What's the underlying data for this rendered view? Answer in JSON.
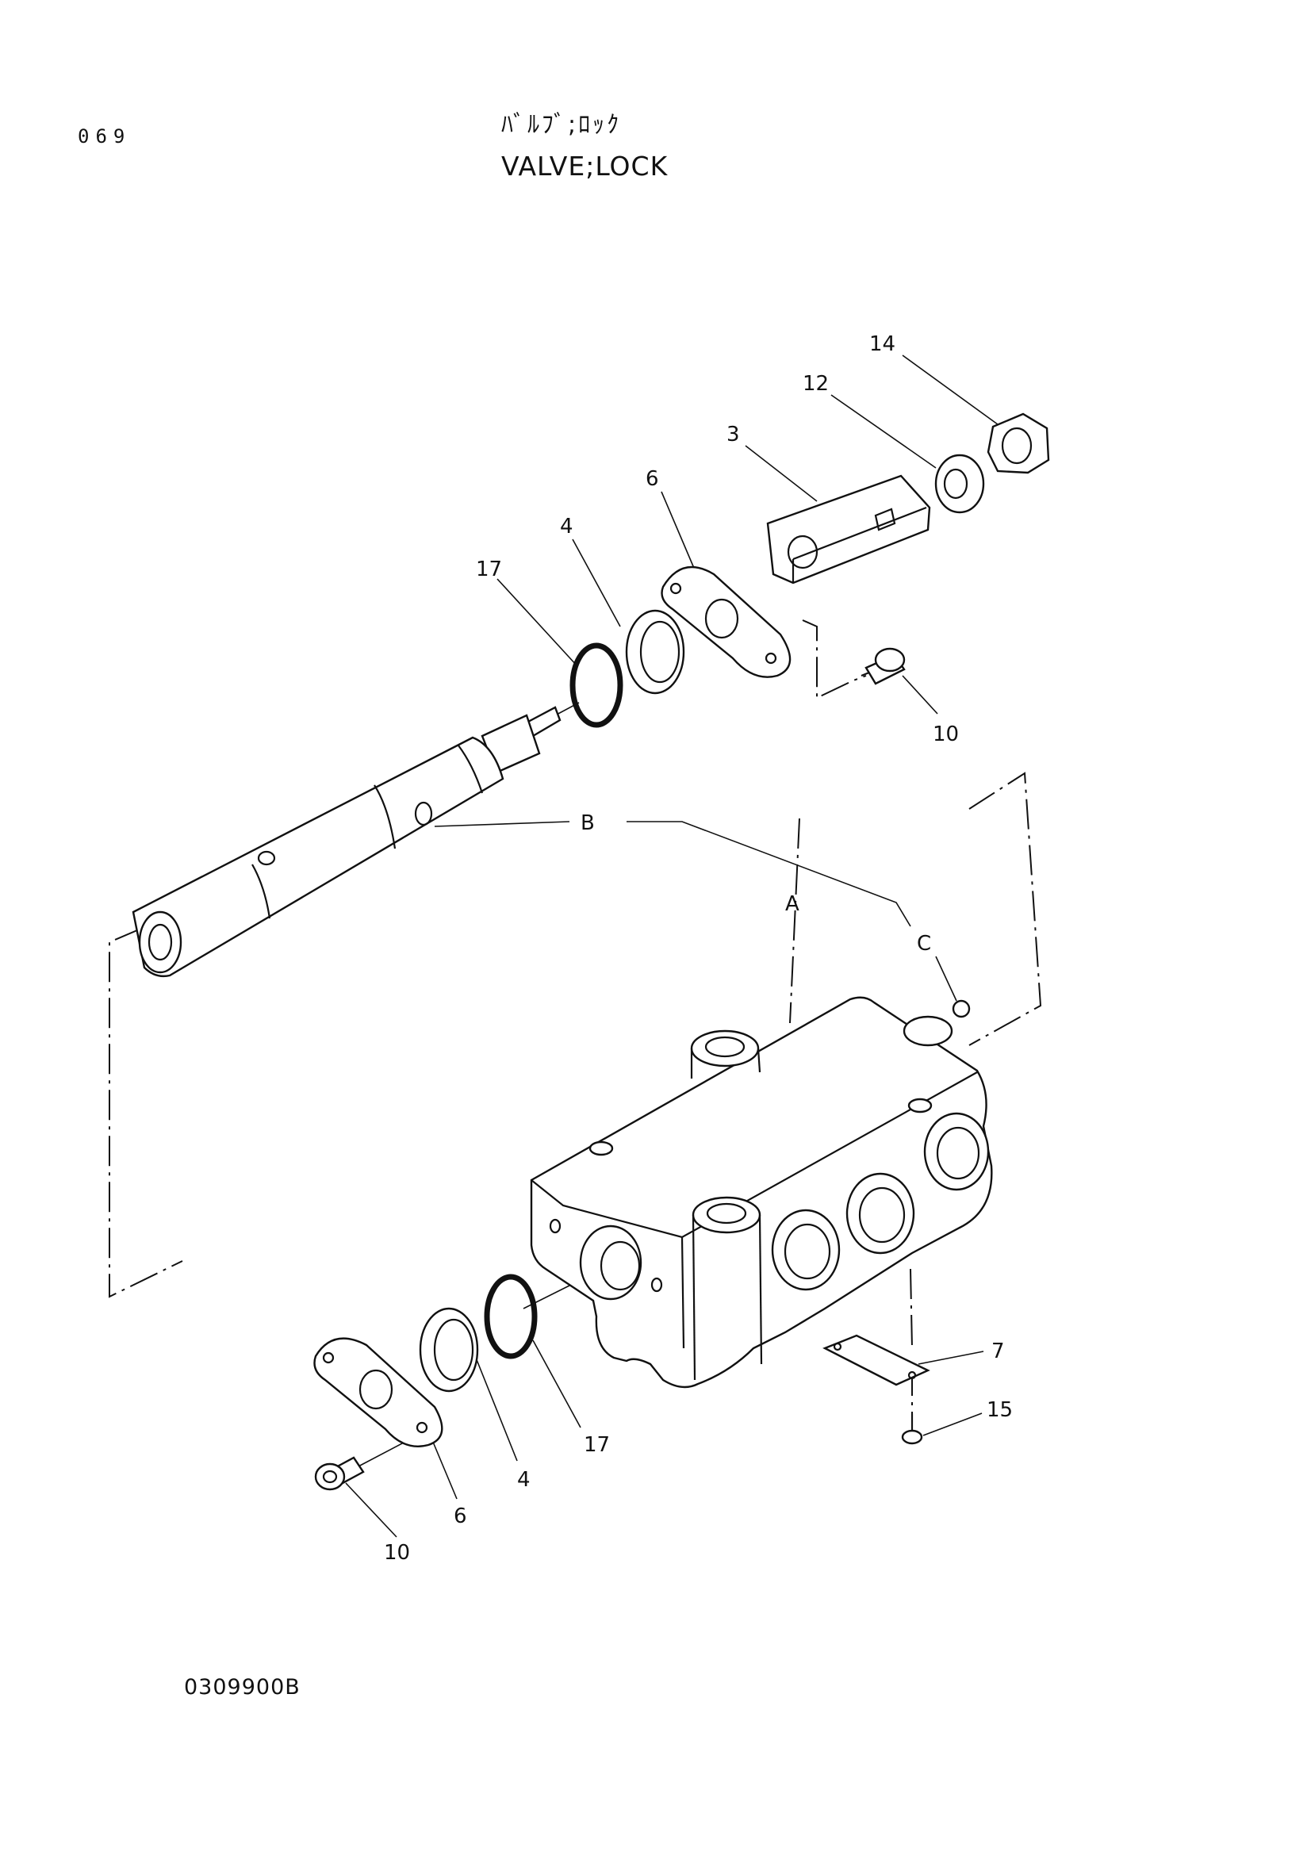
{
  "header": {
    "page_number": "069",
    "title_jp": "ﾊﾞﾙﾌﾞ;ﾛｯｸ",
    "title_en": "VALVE;LOCK"
  },
  "callouts": {
    "c14": "14",
    "c12": "12",
    "c3": "3",
    "c6_top": "6",
    "c4_top": "4",
    "c17_top": "17",
    "c10_top": "10",
    "cB": "B",
    "cA": "A",
    "cC": "C",
    "c7": "7",
    "c15": "15",
    "c17_bot": "17",
    "c4_bot": "4",
    "c6_bot": "6",
    "c10_bot": "10"
  },
  "footer": {
    "drawing_code": "0309900B"
  }
}
